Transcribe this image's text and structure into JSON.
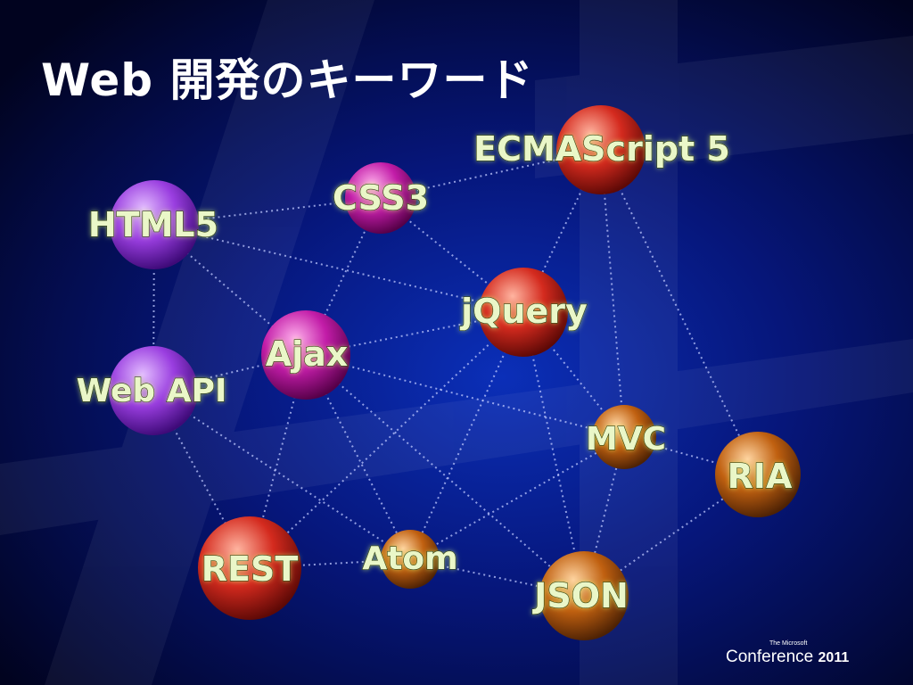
{
  "slide": {
    "title": "Web 開発のキーワード",
    "logo": {
      "small": "The Microsoft",
      "main": "Conference",
      "year": "2011"
    }
  },
  "colors": {
    "background": "#02063a",
    "node_purple": "#9a3ee0",
    "node_magenta": "#c21ca8",
    "node_red": "#d42a1e",
    "node_orange": "#c06010",
    "label": "#eaf7c8",
    "link": "#bfc9ff"
  },
  "nodes": [
    {
      "id": "ecmascript5",
      "label": "ECMAScript 5",
      "color": "red"
    },
    {
      "id": "css3",
      "label": "CSS3",
      "color": "magenta"
    },
    {
      "id": "html5",
      "label": "HTML5",
      "color": "purple"
    },
    {
      "id": "jquery",
      "label": "jQuery",
      "color": "red"
    },
    {
      "id": "ajax",
      "label": "Ajax",
      "color": "magenta"
    },
    {
      "id": "webapi",
      "label": "Web API",
      "color": "purple"
    },
    {
      "id": "mvc",
      "label": "MVC",
      "color": "orange"
    },
    {
      "id": "ria",
      "label": "RIA",
      "color": "orange"
    },
    {
      "id": "rest",
      "label": "REST",
      "color": "red"
    },
    {
      "id": "atom",
      "label": "Atom",
      "color": "orange"
    },
    {
      "id": "json",
      "label": "JSON",
      "color": "orange"
    }
  ],
  "links": [
    [
      "html5",
      "css3"
    ],
    [
      "css3",
      "ecmascript5"
    ],
    [
      "html5",
      "jquery"
    ],
    [
      "html5",
      "ajax"
    ],
    [
      "html5",
      "webapi"
    ],
    [
      "css3",
      "ajax"
    ],
    [
      "css3",
      "jquery"
    ],
    [
      "ecmascript5",
      "jquery"
    ],
    [
      "ecmascript5",
      "mvc"
    ],
    [
      "ecmascript5",
      "ria"
    ],
    [
      "jquery",
      "ajax"
    ],
    [
      "jquery",
      "mvc"
    ],
    [
      "jquery",
      "json"
    ],
    [
      "jquery",
      "atom"
    ],
    [
      "jquery",
      "rest"
    ],
    [
      "ajax",
      "webapi"
    ],
    [
      "ajax",
      "mvc"
    ],
    [
      "ajax",
      "rest"
    ],
    [
      "ajax",
      "atom"
    ],
    [
      "ajax",
      "json"
    ],
    [
      "webapi",
      "rest"
    ],
    [
      "webapi",
      "atom"
    ],
    [
      "mvc",
      "ria"
    ],
    [
      "mvc",
      "atom"
    ],
    [
      "mvc",
      "json"
    ],
    [
      "ria",
      "json"
    ],
    [
      "rest",
      "atom"
    ],
    [
      "atom",
      "json"
    ]
  ]
}
